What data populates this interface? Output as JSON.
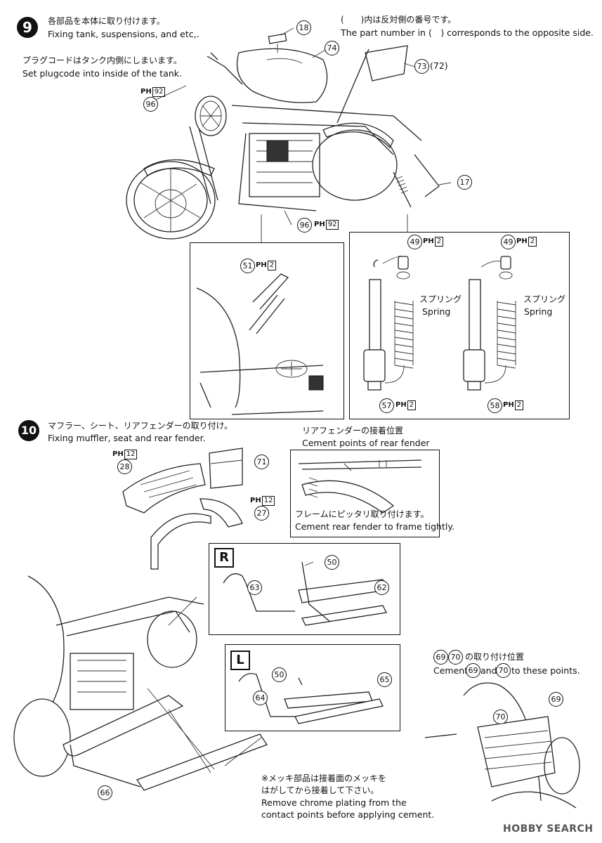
{
  "step9": {
    "number": "9",
    "title_jp": "各部品を本体に取り付けます。",
    "title_en": "Fixing tank, suspensions, and etc,.",
    "note_paren_jp": "(　　)内は反対側の番号です。",
    "note_paren_en": "The part number in (　) corresponds to the opposite side.",
    "plug_jp": "プラグコードはタンク内側にしまいます。",
    "plug_en": "Set plugcode into inside of the tank.",
    "parts": {
      "p18": "18",
      "p74": "74",
      "p73": "73",
      "p72": "(72)",
      "p96a": "96",
      "p96b": "96",
      "p17": "17",
      "p51": "51",
      "p49a": "49",
      "p49b": "49",
      "p57": "57",
      "p58": "58"
    },
    "ph_labels": {
      "ph92a": "92",
      "ph92b": "92",
      "ph51": "2",
      "ph49a": "2",
      "ph49b": "2",
      "ph57": "2",
      "ph58": "2"
    },
    "spring_jp_a": "スプリング",
    "spring_en_a": "Spring",
    "spring_jp_b": "スプリング",
    "spring_en_b": "Spring"
  },
  "step10": {
    "number": "10",
    "title_jp": "マフラー、シート、リアフェンダーの取り付け。",
    "title_en": "Fixing muffler, seat and rear fender.",
    "cement_title_jp": "リアフェンダーの接着位置",
    "cement_title_en": "Cement points of rear fender",
    "cement_note_jp": "フレームにピッタリ取り付けます。",
    "cement_note_en": "Cement rear fender to frame tightly.",
    "right_tag": "R",
    "left_tag": "L",
    "pos_title_jp": "の取り付け位置",
    "pos_note_en_a": "Cement",
    "pos_note_en_and": "and",
    "pos_note_en_b": "to these points.",
    "chrome_jp_1": "※メッキ部品は接着面のメッキを",
    "chrome_jp_2": "はがしてから接着して下さい。",
    "chrome_en_1": "Remove chrome plating from the",
    "chrome_en_2": "contact points before applying cement.",
    "parts": {
      "p28": "28",
      "p71": "71",
      "p27": "27",
      "p50a": "50",
      "p63": "63",
      "p62": "62",
      "p50b": "50",
      "p64": "64",
      "p65": "65",
      "p66": "66",
      "p69": "69",
      "p70": "70",
      "p69t": "69",
      "p70t": "70",
      "p69n": "69",
      "p70n": "70"
    },
    "ph_labels": {
      "ph28": "12",
      "ph27": "12"
    }
  },
  "watermark": "HOBBY SEARCH",
  "ph_prefix": "PH"
}
